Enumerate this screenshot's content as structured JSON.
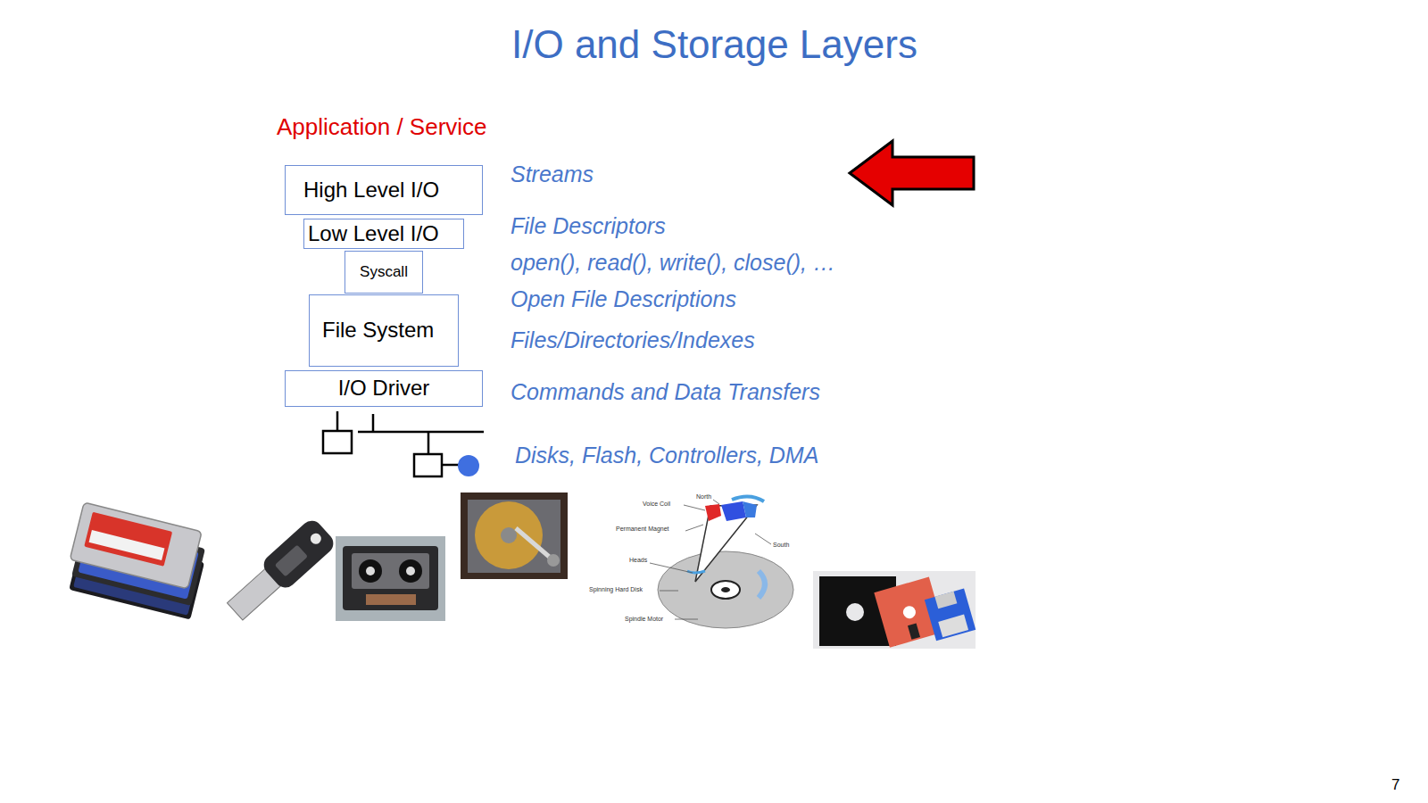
{
  "diagram": {
    "title": "I/O and Storage Layers",
    "nodes": [
      {
        "text": [
          "High Level I/O"
        ]
      },
      {
        "text": [
          "Low Level I/O"
        ]
      },
      {
        "text": [
          "Syscall"
        ]
      },
      {
        "text": [
          "File System"
        ]
      },
      {
        "text": [
          "I/O Driver"
        ]
      }
    ],
    "labels": [
      "Application / Service",
      "Streams",
      "File Descriptors",
      "open(), read(), write(), close(), …",
      "Open File Descriptions",
      "Files/Directories/Indexes",
      "Commands and Data Transfers",
      "Disks, Flash, Controllers, DMA",
      "Voice Coil",
      "North",
      "Permanent Magnet",
      "South",
      "Heads",
      "Spinning Hard Disk",
      "Spindle Motor",
      "7"
    ]
  }
}
